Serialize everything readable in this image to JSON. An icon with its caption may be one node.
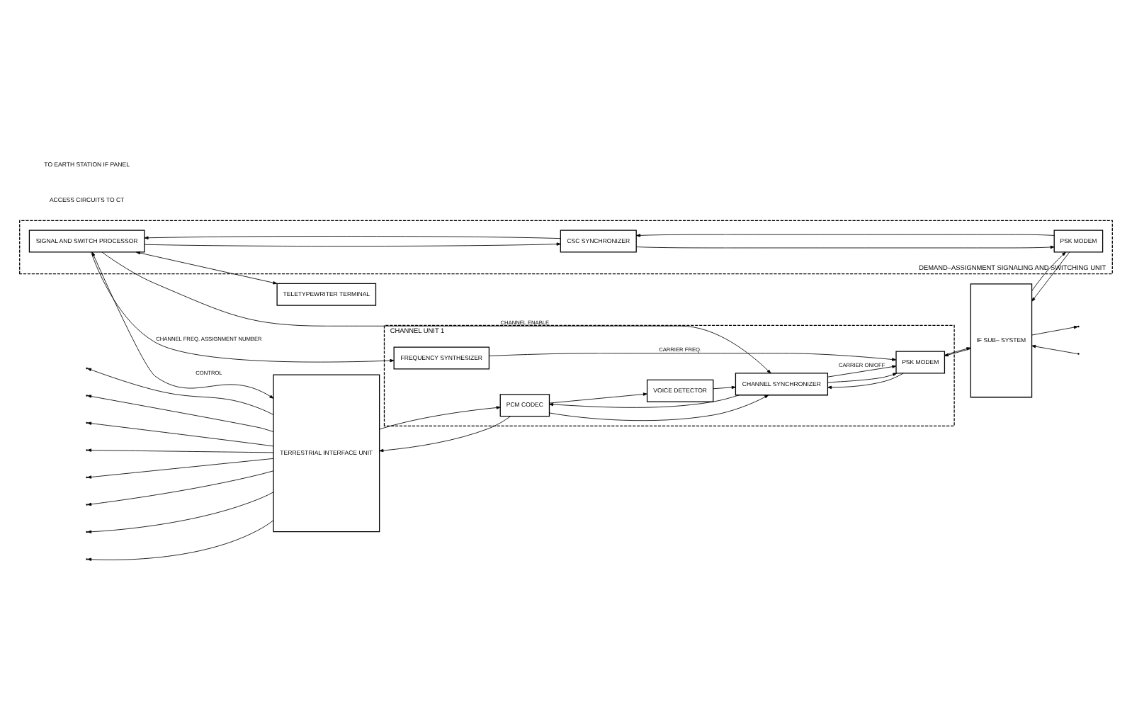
{
  "diagram": {
    "nodes": [
      {
        "text": [
          "TERRESTRIAL INTERFACE UNIT"
        ]
      },
      {
        "text": [
          "CHANNEL UNIT 1"
        ]
      },
      {
        "text": [
          "PCM CODEC"
        ],
        "in": 1
      },
      {
        "text": [
          "CHANNEL SYNCHRONIZER"
        ],
        "in": 1
      },
      {
        "text": [
          "PSK MODEM"
        ],
        "in": 1
      },
      {
        "text": [
          "VOICE DETECTOR"
        ],
        "in": 1
      },
      {
        "text": [
          "FREQUENCY SYNTHESIZER"
        ],
        "in": 1
      },
      {
        "text": [
          "IF SUB– SYSTEM"
        ]
      },
      {
        "text": [
          "DEMAND–ASSIGNMENT SIGNALING AND SWITCHING UNIT"
        ]
      },
      {
        "text": [
          "SIGNAL AND SWITCH PROCESSOR"
        ],
        "in": 8
      },
      {
        "text": [
          "CSC SYNCHRONIZER"
        ],
        "in": 8
      },
      {
        "text": [
          "PSK MODEM"
        ],
        "in": 8
      },
      {
        "text": [
          "TELETYPEWRITER TERMINAL"
        ]
      }
    ],
    "edges": [
      {
        "from": 0,
        "to": null,
        "arrow": "to"
      },
      {
        "from": 0,
        "to": null,
        "arrow": "to"
      },
      {
        "from": 0,
        "to": null,
        "arrow": "to"
      },
      {
        "from": 0,
        "to": null,
        "arrow": "to"
      },
      {
        "from": 0,
        "to": null,
        "arrow": "to"
      },
      {
        "from": 0,
        "to": null,
        "arrow": "to"
      },
      {
        "from": 0,
        "to": null,
        "arrow": "to"
      },
      {
        "from": 0,
        "to": null,
        "arrow": "to"
      },
      {
        "from": 0,
        "to": 2,
        "arrow": "to"
      },
      {
        "from": 2,
        "to": 0,
        "arrow": "to"
      },
      {
        "from": 2,
        "to": 3,
        "arrow": "to"
      },
      {
        "from": 3,
        "to": 2,
        "arrow": "to"
      },
      {
        "from": 3,
        "to": 4,
        "arrow": "to"
      },
      {
        "from": 4,
        "to": 3,
        "arrow": "to"
      },
      {
        "from": 4,
        "to": 7,
        "arrow": "to"
      },
      {
        "from": 7,
        "to": 4,
        "arrow": "to"
      },
      {
        "from": 2,
        "to": 5,
        "arrow": "to"
      },
      {
        "from": 5,
        "to": 3,
        "arrow": "to"
      },
      {
        "from": 3,
        "to": 4,
        "arrow": "to",
        "label": "CARRIER ON/OFF"
      },
      {
        "from": 6,
        "to": 4,
        "arrow": "to",
        "label": "CARRIER FREQ."
      },
      {
        "from": 9,
        "to": 3,
        "arrow": "to",
        "label": "CHANNEL ENABLE"
      },
      {
        "from": 9,
        "to": 6,
        "arrow": "to",
        "label": "CHANNEL FREQ. ASSIGNMENT NUMBER"
      },
      {
        "from": 9,
        "to": 0,
        "arrow": "both",
        "label": "CONTROL"
      },
      {
        "from": 9,
        "to": 10,
        "arrow": "to"
      },
      {
        "from": 10,
        "to": 9,
        "arrow": "to"
      },
      {
        "from": 10,
        "to": 11,
        "arrow": "to"
      },
      {
        "from": 11,
        "to": 10,
        "arrow": "to"
      },
      {
        "from": 11,
        "to": 7,
        "arrow": "to"
      },
      {
        "from": 7,
        "to": 11,
        "arrow": "to"
      },
      {
        "from": 9,
        "to": 12,
        "arrow": "both"
      },
      {
        "from": 7,
        "to": null,
        "arrow": "to"
      },
      {
        "from": null,
        "to": 7,
        "arrow": "to"
      }
    ],
    "labels": [
      "ACCESS CIRCUITS TO CT",
      "TO EARTH STATION IF PANEL"
    ]
  }
}
